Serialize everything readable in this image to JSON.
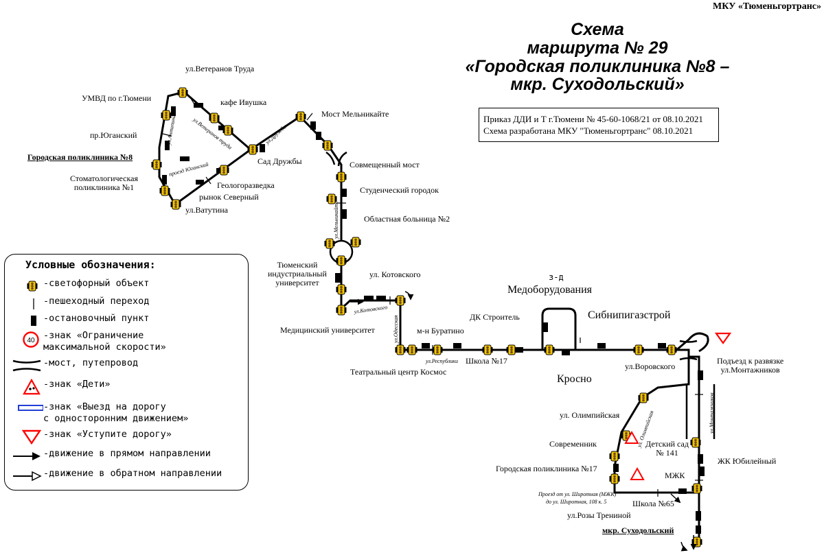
{
  "organization": "МКУ «Тюменьгортранс»",
  "title": {
    "line1": "Схема",
    "line2": "маршрута № 29",
    "line3": "«Городская поликлиника №8 –",
    "line4": "мкр. Суходольский»"
  },
  "order": {
    "line1": "Приказ ДДИ и Т г.Тюмени № 45-60-1068/21 от 08.10.2021",
    "line2": "Схема разработана МКУ \"Тюменьгортранс\" 08.10.2021"
  },
  "legend": {
    "title": "Условные обозначения:",
    "items": [
      {
        "icon": "traffic-light-icon",
        "text": "-светофорный объект"
      },
      {
        "icon": "crosswalk-icon",
        "text": "-пешеходный переход"
      },
      {
        "icon": "bus-stop-icon",
        "text": "-остановочный пункт"
      },
      {
        "icon": "speed-limit-icon",
        "sign_value": "40",
        "text": "-знак «Ограничение\nмаксимальной скорости»"
      },
      {
        "icon": "bridge-icon",
        "text": "-мост, путепровод"
      },
      {
        "icon": "children-sign-icon",
        "text": "-знак «Дети»"
      },
      {
        "icon": "one-way-sign-icon",
        "text": "-знак «Выезд на дорогу\nс односторонним движением»"
      },
      {
        "icon": "yield-sign-icon",
        "text": "-знак «Уступите дорогу»"
      },
      {
        "icon": "forward-arrow-icon",
        "text": "-движение в прямом направлении"
      },
      {
        "icon": "reverse-arrow-icon",
        "text": "-движение в обратном направлении"
      }
    ]
  },
  "stops": {
    "veteranov": "ул.Ветеранов Труда",
    "umvd": "УМВД по г.Тюмени",
    "kafe": "кафе Ивушка",
    "yuganskiy": "пр.Юганский",
    "poliklinika8": "Городская поликлиника №8",
    "stomat": "Стоматологическая\nполиклиника №1",
    "geolog": "Геологоразведка",
    "rynok": "рынок Северный",
    "vatutina": "ул.Ватутина",
    "sad_druzhby": "Сад Дружбы",
    "most_meln": "Мост Мельникайте",
    "sovm_most": "Совмещенный мост",
    "stud_gorodok": "Студенческий городок",
    "obl_boln": "Областная больница №2",
    "tiu": "Тюменский\nиндустриальный\nуниверситет",
    "kotovskogo": "ул. Котовского",
    "med_univ": "Медицинский университет",
    "teatr": "Театральный центр Космос",
    "buratino": "м-н Буратино",
    "dk": "ДК Строитель",
    "shkola17": "Школа №17",
    "zd": "з-д",
    "medoborud": "Медоборудования",
    "sibnipi": "Сибнипигазстрой",
    "krosno": "Кросно",
    "vorovskogo": "ул.Воровского",
    "podezd": "Подъезд к развязке\nул.Монтажников",
    "olimp": "ул. Олимпийская",
    "sovremennik": "Современник",
    "detsad": "Детский сад\n№ 141",
    "zhk": "ЖК Юбилейный",
    "gp17": "Городская поликлиника №17",
    "mzhk": "МЖК",
    "shkola65": "Школа №65",
    "treninoy": "ул.Розы Трениной",
    "sukhodolsky": "мкр. Суходольский"
  },
  "streets": {
    "antipina": "ул.Антипина",
    "veteranov_truda": "ул.Ветеранов труда",
    "proezd_yuganskiy": "проезд Юганский",
    "druzhby": "ул.Дружбы",
    "melnikaite": "ул.Мельникайте",
    "kotovskogo": "ул.Котовского",
    "odesskaya": "ул.Одесская",
    "respubliki": "ул.Республики",
    "olimpiyskaya": "ул. Олимпийская",
    "montazhnikov": "ул.Монтажников",
    "shirotnaya_line1": "Проезд от ул. Широтная (МЖК)",
    "shirotnaya_line2": "до ул. Широтная, 108 к. 5"
  },
  "colors": {
    "route": "#000000",
    "traffic_light_body": "#f2c500",
    "traffic_light_lamp": "#6b4a1a",
    "warning_red": "#ff0000",
    "one_way_blue": "#1f3fd6"
  }
}
